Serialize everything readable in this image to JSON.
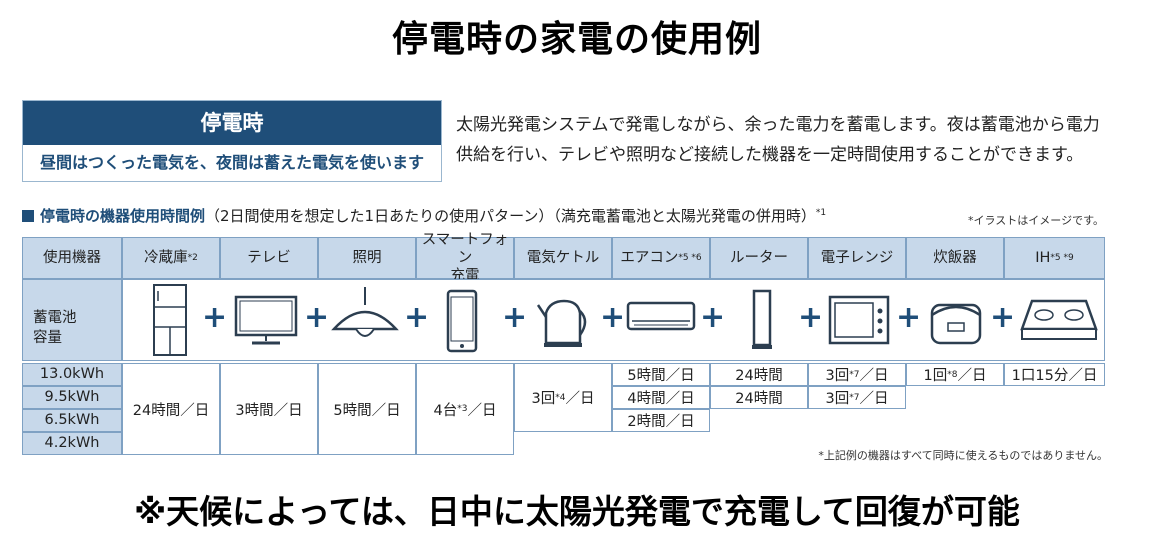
{
  "title": "停電時の家電の使用例",
  "mode": {
    "label": "停電時",
    "subtitle": "昼間はつくった電気を、夜間は蓄えた電気を使います"
  },
  "description": [
    "太陽光発電システムで発電しながら、余った電力を蓄電します。夜は蓄電池から電力",
    "供給を行い、テレビや照明など接続した機器を一定時間使用することができます。"
  ],
  "section": {
    "title": "停電時の機器使用時間例",
    "detail": "（2日間使用を想定した1日あたりの使用パターン）（満充電蓄電池と太陽光発電の併用時）",
    "note_mark": "*1",
    "illustration_note": "*イラストはイメージです。"
  },
  "table": {
    "corner_label": "使用機器",
    "capacity_label_1": "蓄電池",
    "capacity_label_2": "容量",
    "capacities": [
      "13.0kWh",
      "9.5kWh",
      "6.5kWh",
      "4.2kWh"
    ],
    "devices": [
      {
        "name": "冷蔵庫",
        "mark": "*2"
      },
      {
        "name": "テレビ",
        "mark": ""
      },
      {
        "name": "照明",
        "mark": ""
      },
      {
        "name": "スマートフォン",
        "name2": "充電",
        "mark": ""
      },
      {
        "name": "電気ケトル",
        "mark": ""
      },
      {
        "name": "エアコン",
        "mark": "*5 *6"
      },
      {
        "name": "ルーター",
        "mark": ""
      },
      {
        "name": "電子レンジ",
        "mark": ""
      },
      {
        "name": "炊飯器",
        "mark": ""
      },
      {
        "name": "IH",
        "mark": "*5 *9"
      }
    ],
    "icons": [
      "refrigerator-icon",
      "tv-icon",
      "lamp-icon",
      "smartphone-icon",
      "kettle-icon",
      "air-conditioner-icon",
      "router-icon",
      "microwave-icon",
      "rice-cooker-icon",
      "ih-cooktop-icon"
    ],
    "values": {
      "fridge": "24時間／日",
      "tv": "3時間／日",
      "light": "5時間／日",
      "phone_pre": "4台",
      "phone_mark": "*3",
      "phone_post": "／日",
      "kettle_pre": "3回",
      "kettle_mark": "*4",
      "kettle_post": "／日",
      "ac": [
        "5時間／日",
        "4時間／日",
        "2時間／日"
      ],
      "router": [
        "24時間",
        "24時間"
      ],
      "microwave_pre": "3回",
      "microwave_mark": "*7",
      "microwave_post": "／日",
      "rice_pre": "1回",
      "rice_mark": "*8",
      "rice_post": "／日",
      "ih": "1口15分／日"
    },
    "footnote": "*上記例の機器はすべて同時に使えるものではありません。"
  },
  "bottom_text": "※天候によっては、日中に太陽光発電で充電して回復が可能",
  "colors": {
    "navy": "#1f4e79",
    "header_blue": "#c7d8ea",
    "border": "#7fa1c3"
  }
}
